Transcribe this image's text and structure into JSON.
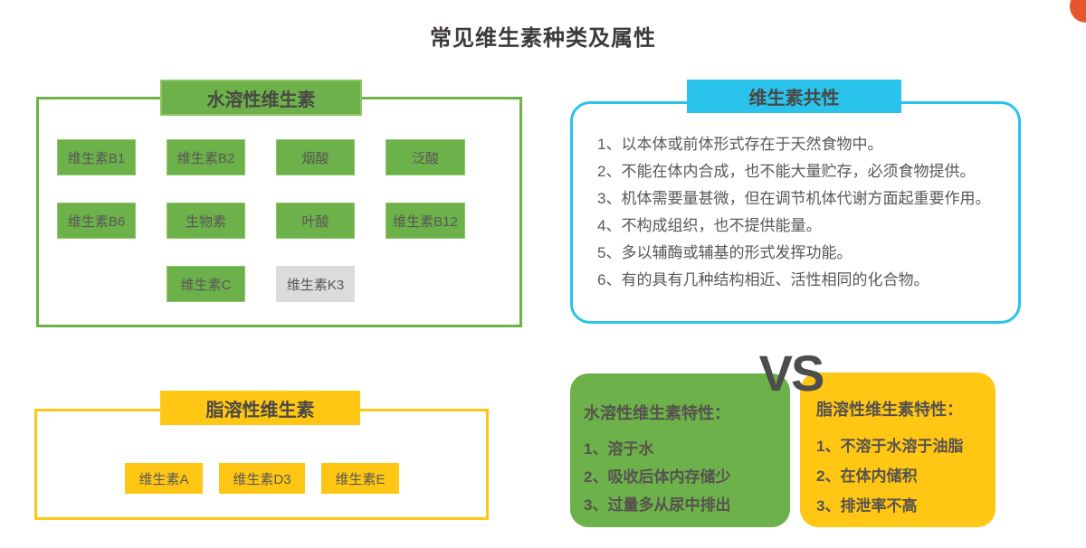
{
  "title": "常见维生素种类及属性",
  "vs_label": "VS",
  "colors": {
    "green": "#6cb149",
    "cyan": "#29c3ec",
    "yellow": "#ffc714",
    "gray_chip": "#dcdcdc",
    "body_text": "#595757",
    "title_text": "#3e3a39",
    "vs_text": "#4d4d4d",
    "corner_orange": "#e7552c"
  },
  "water_soluble": {
    "header": "水溶性维生素",
    "chips": [
      "维生素B1",
      "维生素B2",
      "烟酸",
      "泛酸",
      "维生素B6",
      "生物素",
      "叶酸",
      "维生素B12",
      "维生素C",
      "维生素K3"
    ]
  },
  "commonality": {
    "header": "维生素共性",
    "items": [
      "1、以本体或前体形式存在于天然食物中。",
      "2、不能在体内合成，也不能大量贮存，必须食物提供。",
      "3、机体需要量甚微，但在调节机体代谢方面起重要作用。",
      "4、不构成组织，也不提供能量。",
      "5、多以辅酶或辅基的形式发挥功能。",
      "6、有的具有几种结构相近、活性相同的化合物。"
    ]
  },
  "fat_soluble": {
    "header": "脂溶性维生素",
    "chips": [
      "维生素A",
      "维生素D3",
      "维生素E"
    ]
  },
  "water_features": {
    "title": "水溶性维生素特性：",
    "items": [
      "1、溶于水",
      "2、吸收后体内存储少",
      "3、过量多从尿中排出"
    ]
  },
  "fat_features": {
    "title": "脂溶性维生素特性：",
    "items": [
      "1、不溶于水溶于油脂",
      "2、在体内储积",
      "3、排泄率不高"
    ]
  }
}
